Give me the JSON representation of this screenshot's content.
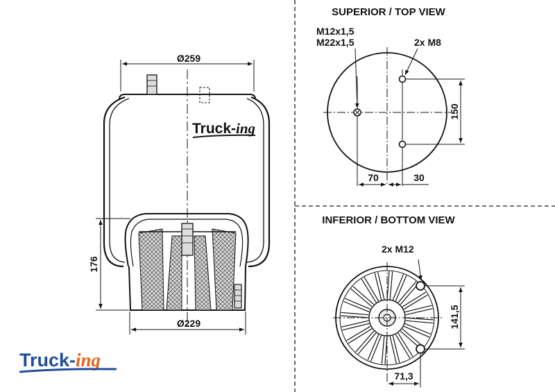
{
  "side_view": {
    "top_diameter": "Ø259",
    "bottom_diameter": "Ø229",
    "height": "176",
    "brand_main": "Truck-",
    "brand_suffix": "ing"
  },
  "top_view": {
    "title": "SUPERIOR / TOP VIEW",
    "thread_label_1": "M12x1,5",
    "thread_label_2": "M22x1,5",
    "bolt_label": "2x M8",
    "dim_offset_center": "70",
    "dim_offset_bolt": "30",
    "dim_bolt_spacing": "150"
  },
  "bottom_view": {
    "title": "INFERIOR / BOTTOM VIEW",
    "bolt_label": "2x M12",
    "dim_bolt_spacing": "141,5",
    "dim_offset": "71,3"
  },
  "logo": {
    "brand_main": "Truck-",
    "brand_suffix": "ing"
  },
  "colors": {
    "line": "#111111",
    "brand_blue": "#1f4e9c",
    "brand_orange": "#e8641b",
    "hatch": "#9a9a9a"
  }
}
